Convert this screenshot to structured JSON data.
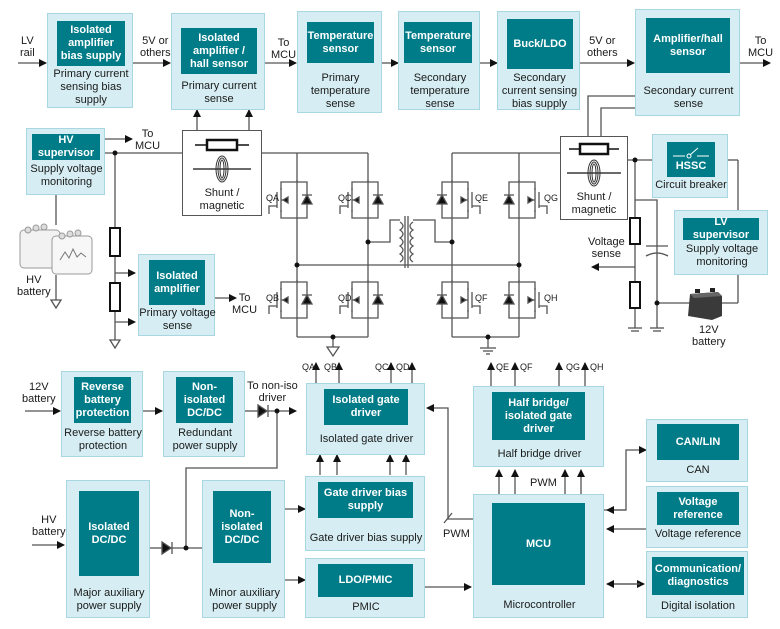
{
  "colors": {
    "block_outer": "#d6eef3",
    "block_border": "#a9d7e1",
    "block_inner": "#007c89",
    "wire": "#555555",
    "text": "#1a1a1a"
  },
  "top_row": {
    "lv_rail": "LV\nrail",
    "iso_amp_bias": {
      "inner": "Isolated amplifier bias supply",
      "caption": "Primary current sensing bias supply"
    },
    "five_v_1": "5V or\nothers",
    "iso_amp_hall": {
      "inner": "Isolated amplifier / hall sensor",
      "caption": "Primary current sense"
    },
    "to_mcu_1": "To\nMCU",
    "temp_primary": {
      "inner": "Temperature sensor",
      "caption": "Primary temperature sense"
    },
    "temp_secondary": {
      "inner": "Temperature sensor",
      "caption": "Secondary temperature sense"
    },
    "buck_ldo": {
      "inner": "Buck/LDO",
      "caption": "Secondary current sensing bias supply"
    },
    "five_v_2": "5V or\nothers",
    "amp_hall": {
      "inner": "Amplifier/hall sensor",
      "caption": "Secondary current sense"
    },
    "to_mcu_2": "To\nMCU"
  },
  "power_stage": {
    "hv_supervisor": {
      "inner": "HV supervisor",
      "caption": "Supply voltage monitoring"
    },
    "to_mcu_hv": "To\nMCU",
    "hv_battery": "HV\nbattery",
    "shunt_primary": "Shunt /\nmagnetic",
    "shunt_secondary": "Shunt /\nmagnetic",
    "isolated_amplifier": {
      "inner": "Isolated amplifier",
      "caption": "Primary voltage sense"
    },
    "to_mcu_amp": "To\nMCU",
    "transistors": [
      "QA",
      "QB",
      "QC",
      "QD",
      "QE",
      "QF",
      "QG",
      "QH"
    ],
    "hssc": {
      "inner": "HSSC",
      "caption": "Circuit breaker"
    },
    "lv_supervisor": {
      "inner": "LV supervisor",
      "caption": "Supply voltage monitoring"
    },
    "voltage_sense": "Voltage\nsense",
    "battery_12v": "12V\nbattery"
  },
  "bottom": {
    "battery_12v_in": "12V\nbattery",
    "reverse_battery": {
      "inner": "Reverse battery protection",
      "caption": "Reverse battery protection"
    },
    "non_iso_redundant": {
      "inner": "Non-isolated DC/DC",
      "caption": "Redundant power supply"
    },
    "to_non_iso_driver": "To non-iso\ndriver",
    "iso_gate_driver": {
      "inner": "Isolated gate driver",
      "caption": "Isolated gate driver"
    },
    "gate_outputs_left": [
      "QA",
      "QB",
      "QC",
      "QD"
    ],
    "gate_outputs_right": [
      "QE",
      "QF",
      "QG",
      "QH"
    ],
    "half_bridge": {
      "inner": "Half bridge/ isolated gate driver",
      "caption": "Half bridge driver"
    },
    "pwm_top": "PWM",
    "pwm_left": "PWM",
    "can": {
      "inner": "CAN/LIN",
      "caption": "CAN"
    },
    "hv_battery_in": "HV\nbattery",
    "iso_dcdc": {
      "inner": "Isolated DC/DC",
      "caption": "Major auxiliary power supply"
    },
    "non_iso_minor": {
      "inner": "Non-isolated DC/DC",
      "caption": "Minor auxiliary power supply"
    },
    "gate_bias": {
      "inner": "Gate driver bias supply",
      "caption": "Gate driver bias supply"
    },
    "ldo_pmic": {
      "inner": "LDO/PMIC",
      "caption": "PMIC"
    },
    "mcu": {
      "inner": "MCU",
      "caption": "Microcontroller"
    },
    "vref": {
      "inner": "Voltage reference",
      "caption": "Voltage reference"
    },
    "comm": {
      "inner": "Communication/ diagnostics",
      "caption": "Digital isolation"
    }
  }
}
